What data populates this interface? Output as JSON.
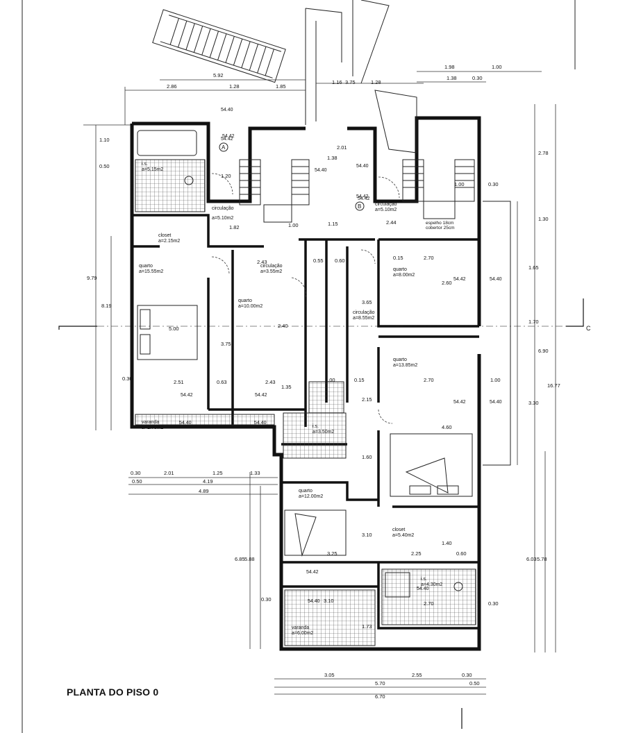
{
  "plan_title": "PLANTA DO PISO 0",
  "rooms": [
    {
      "id": "wc-a",
      "name": "i.s.",
      "area": "a=5.15m2"
    },
    {
      "id": "circ-a",
      "name": "circulação",
      "area": "a=5.10m2"
    },
    {
      "id": "closet-a",
      "name": "closet",
      "area": "a=2.15m2"
    },
    {
      "id": "quarto-a",
      "name": "quarto",
      "area": "a=15.55m2"
    },
    {
      "id": "circ-b",
      "name": "circulação",
      "area": "a=3.55m2"
    },
    {
      "id": "quarto-b",
      "name": "quarto",
      "area": "a=10.00m2"
    },
    {
      "id": "circ-c",
      "name": "circulação",
      "area": "a=8.55m2"
    },
    {
      "id": "circ-d",
      "name": "circulação",
      "area": "a=5.10m2"
    },
    {
      "id": "quarto-c",
      "name": "quarto",
      "area": "a=8.00m2"
    },
    {
      "id": "quarto-d",
      "name": "quarto",
      "area": "a=13.85m2"
    },
    {
      "id": "varanda-a",
      "name": "varanda",
      "area": "a=1.75m2"
    },
    {
      "id": "wc-b",
      "name": "i.s.",
      "area": "a=3.50m2"
    },
    {
      "id": "quarto-e",
      "name": "quarto",
      "area": "a=12.00m2"
    },
    {
      "id": "closet-b",
      "name": "closet",
      "area": "a=5.40m2"
    },
    {
      "id": "wc-c",
      "name": "i.s.",
      "area": "a=4.30m2"
    },
    {
      "id": "varanda-b",
      "name": "varanda",
      "area": "a=6.00m2"
    }
  ],
  "levels": {
    "l1": "54.40",
    "l2": "54.42",
    "l3": "54.40",
    "l4": "54.42",
    "l5": "54.42",
    "l6": "54.40",
    "l7": "54.42",
    "l8": "54.42",
    "l9": "54.42",
    "l10": "54.40",
    "l11": "54.40",
    "l12": "54.40",
    "l13": "54.42",
    "l14": "54.40",
    "l15": "54.42",
    "l16": "54.40",
    "l17": "54.42",
    "l18": "54.40"
  },
  "notes": {
    "espelho": "espelho 18cm",
    "cobertor": "cobertor 25cm",
    "markA": "A",
    "markB": "B",
    "markC": "C"
  },
  "dims": {
    "d286": "2.86",
    "d592": "5.92",
    "d128a": "1.28",
    "d185": "1.85",
    "d116": "1.16",
    "d375a": "3.75",
    "d128b": "1.28",
    "d198": "1.98",
    "d100a": "1.00",
    "d138a": "1.38",
    "d030a": "0.30",
    "d110a": "1.10",
    "d050a": "0.50",
    "d120": "1.20",
    "d182": "1.82",
    "d100b": "1.00",
    "d115a": "1.15",
    "d244": "2.44",
    "d138b": "1.38",
    "d201": "2.01",
    "d278": "2.78",
    "d100c": "1.00",
    "d030b": "0.30",
    "d130": "1.30",
    "d979": "9.79",
    "d819": "8.19",
    "d500": "5.00",
    "d240": "2.40",
    "d375b": "3.75",
    "d365": "3.65",
    "d243a": "2.43",
    "d055": "0.55",
    "d060a": "0.60",
    "d015a": "0.15",
    "d270a": "2.70",
    "d260": "2.60",
    "d165": "1.65",
    "d170": "1.70",
    "d690": "6.90",
    "d1677": "16.77",
    "d030c": "0.30",
    "d251": "2.51",
    "d063": "0.63",
    "d243b": "2.43",
    "d135": "1.35",
    "d100d": "1.00",
    "d015b": "0.15",
    "d270b": "2.70",
    "d100e": "1.00",
    "d330": "3.30",
    "d215": "2.15",
    "d460": "4.60",
    "d030d": "0.30",
    "d201b": "2.01",
    "d125": "1.25",
    "d133": "1.33",
    "d050b": "0.50",
    "d419": "4.19",
    "d489": "4.89",
    "d685": "6.85",
    "d588": "5.88",
    "d310a": "3.10",
    "d160": "1.60",
    "d325": "3.25",
    "d225": "2.25",
    "d060b": "0.60",
    "d140": "1.40",
    "d603": "6.03",
    "d578": "5.78",
    "d030e": "0.30",
    "d310b": "3.10",
    "d173": "1.73",
    "d270c": "2.70",
    "d030f": "0.30",
    "d305": "3.05",
    "d255": "2.55",
    "d570": "5.70",
    "d670": "6.70",
    "d030g": "0.30",
    "d050c": "0.50"
  }
}
